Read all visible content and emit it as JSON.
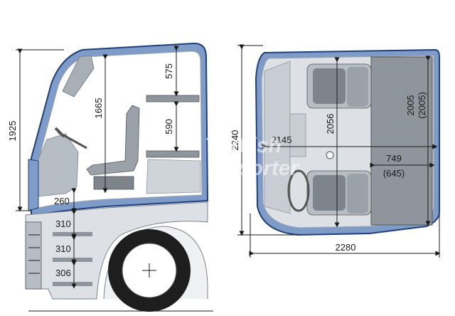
{
  "side_view": {
    "overall_height": "1925",
    "interior_height": "1665",
    "upper_bunk_gap": "575",
    "lower_bunk_gap": "590",
    "floor_step": "260",
    "step_1": "310",
    "step_2": "310",
    "step_3": "306"
  },
  "top_view": {
    "cab_depth": "2240",
    "cab_width": "2280",
    "interior_width": "2145",
    "interior_depth": "2056",
    "bunk_length": "2005",
    "bunk_length_alt": "(2005)",
    "bunk_width": "749",
    "bunk_width_alt": "(645)"
  },
  "watermark": {
    "line1": "Turkish",
    "line2": "exporter"
  },
  "colors": {
    "cab_blue": "#7f9cc9",
    "cab_outline": "#1f3f7a",
    "grey_light": "#cfd4da",
    "grey_mid": "#a9afb6",
    "grey_dark": "#7d848c"
  }
}
